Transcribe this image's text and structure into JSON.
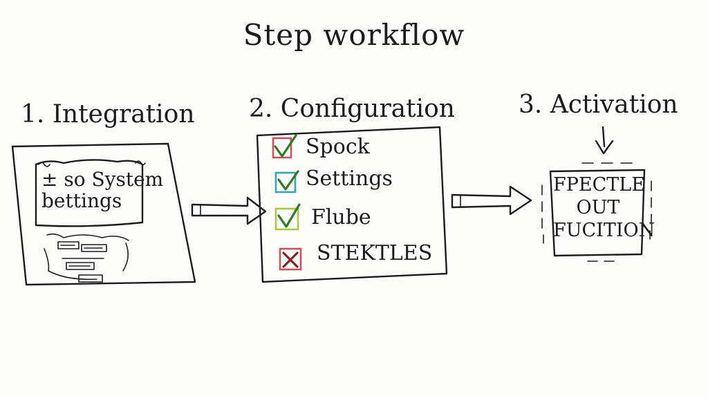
{
  "title": "Step workflow",
  "steps": [
    {
      "label": "1. Integration",
      "text_lines": [
        "± so System",
        "bettings"
      ]
    },
    {
      "label": "2. Configuration",
      "items": [
        {
          "label": "Spock",
          "mark": "check",
          "color": "#c9535b"
        },
        {
          "label": "Settings",
          "mark": "check",
          "color": "#36a6b6"
        },
        {
          "label": "Flube",
          "mark": "check",
          "color": "#a7c83b"
        },
        {
          "label": "STEKTLES",
          "mark": "cross",
          "color": "#c9535b"
        }
      ]
    },
    {
      "label": "3. Activation",
      "text_lines": [
        "FPECTLE",
        "OUT",
        "FUCITION"
      ]
    }
  ],
  "colors": {
    "ink": "#1c1c1c",
    "check_mark": "#2f7a22",
    "cross_mark": "#8c1f24"
  }
}
